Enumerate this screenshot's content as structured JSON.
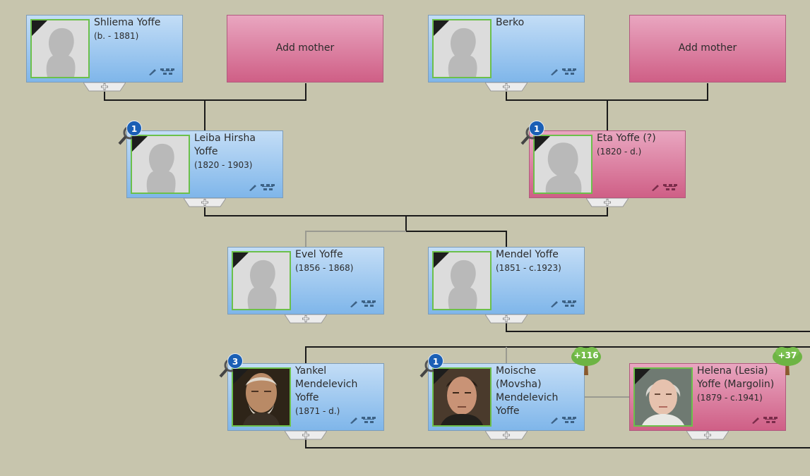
{
  "generation1": {
    "shliema": {
      "name": "Shliema Yoffe",
      "dates": "(b. - 1881)"
    },
    "mother_left": {
      "label": "Add mother"
    },
    "berko": {
      "name": "Berko"
    },
    "mother_right": {
      "label": "Add mother"
    }
  },
  "generation2": {
    "leiba": {
      "name": "Leiba Hirsha Yoffe",
      "dates": "(1820 - 1903)",
      "records": "1"
    },
    "eta": {
      "name": "Eta Yoffe (?)",
      "dates": "(1820 -  d.)",
      "records": "1"
    }
  },
  "generation3": {
    "evel": {
      "name": "Evel Yoffe",
      "dates": "(1856 - 1868)"
    },
    "mendel": {
      "name": "Mendel Yoffe",
      "dates": "(1851 - c.1923)"
    }
  },
  "generation4": {
    "yankel": {
      "name": "Yankel Mendelevich Yoffe",
      "dates": "(1871 -  d.)",
      "records": "3"
    },
    "moische": {
      "name": "Moische (Movsha) Mendelevich Yoffe",
      "dates": "",
      "records": "1",
      "tree_count": "+116"
    },
    "helena": {
      "name": "Helena (Lesia) Yoffe (Margolin)",
      "dates": "(1879 - c.1941)",
      "tree_count": "+37"
    }
  },
  "colors": {
    "male": "#7fb6ea",
    "female": "#cf5f86",
    "photo_border": "#6cc04a",
    "badge": "#1a5fb5",
    "tree": "#6db444",
    "background": "#c7c5ad"
  }
}
